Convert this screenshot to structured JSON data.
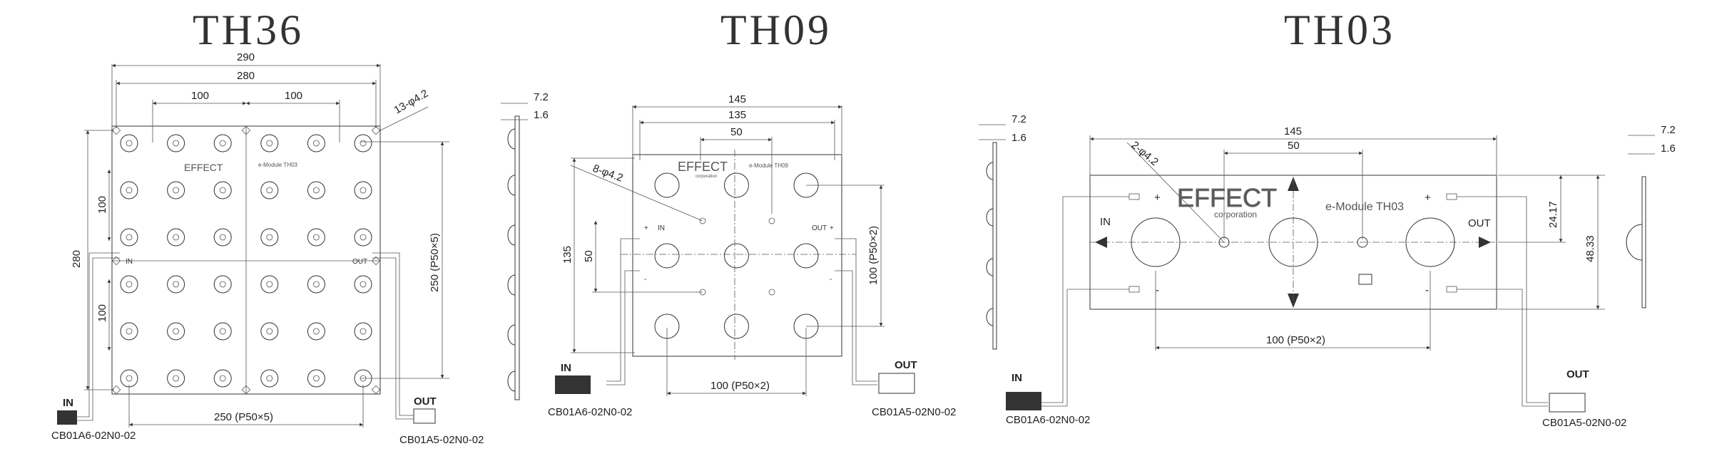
{
  "titles": {
    "th36": "TH36",
    "th09": "TH09",
    "th03": "TH03"
  },
  "th36": {
    "width_outer": "290",
    "width_inner": "280",
    "pitch_a": "100",
    "pitch_b": "100",
    "holes": "13-φ4.2",
    "height_280": "280",
    "pitch_v1": "100",
    "pitch_v2": "100",
    "span_h": "250 (P50×5)",
    "span_v": "250 (P50×5)",
    "in_label": "IN",
    "out_label": "OUT",
    "in_small": "IN",
    "out_small": "OUT",
    "brand": "EFFECT",
    "module": "e-Module TH03",
    "connector_in": "CB01A6-02N0-02",
    "connector_out": "CB01A5-02N0-02"
  },
  "th09": {
    "side_thick": "7.2",
    "side_thin": "1.6",
    "width_outer": "145",
    "width_inner": "135",
    "pitch": "50",
    "holes": "8-φ4.2",
    "height_135": "135",
    "pitch_v": "50",
    "span_v": "100 (P50×2)",
    "span_h": "100 (P50×2)",
    "in_label": "IN",
    "out_label": "OUT",
    "in_small": "IN",
    "out_small": "OUT",
    "plus": "+",
    "minus": "-",
    "brand": "EFFECT",
    "corp": "corporation",
    "module": "e-Module TH09",
    "connector_in": "CB01A6-02N0-02",
    "connector_out": "CB01A5-02N0-02"
  },
  "th03": {
    "side_thick": "7.2",
    "side_thin": "1.6",
    "width_outer": "145",
    "pitch": "50",
    "holes": "2-φ4.2",
    "height_a": "24.17",
    "height_b": "48.33",
    "span_h": "100 (P50×2)",
    "in_label": "IN",
    "out_label": "OUT",
    "in_big": "IN",
    "out_big": "OUT",
    "plus": "+",
    "minus": "-",
    "brand": "EFFECT",
    "corp": "corporation",
    "module": "e-Module TH03",
    "connector_in": "CB01A6-02N0-02",
    "connector_out": "CB01A5-02N0-02",
    "side_thick2": "7.2",
    "side_thin2": "1.6"
  }
}
